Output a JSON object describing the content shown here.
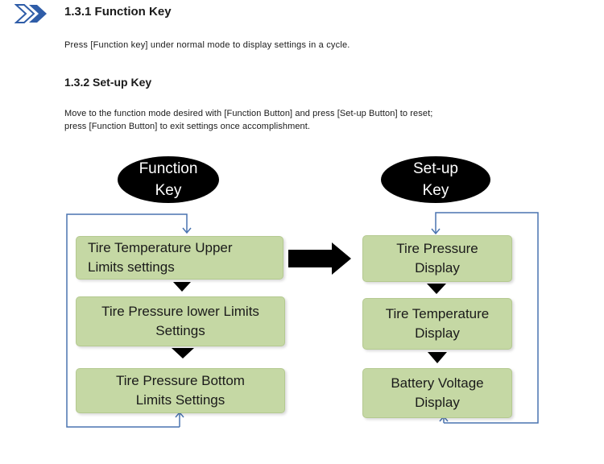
{
  "section1": {
    "heading": "1.3.1 Function Key",
    "text": "Press [Function key] under normal mode to display settings in a cycle."
  },
  "section2": {
    "heading": "1.3.2 Set-up Key",
    "text_line1": "Move to the function mode desired with [Function Button] and press [Set-up Button] to reset;",
    "text_line2": "press [Function Button] to exit settings once accomplishment."
  },
  "diagram": {
    "function_key": {
      "line1": "Function",
      "line2": "Key"
    },
    "setup_key": {
      "line1": "Set-up",
      "line2": "Key"
    },
    "left_boxes": [
      {
        "line1": "Tire Temperature Upper",
        "line2": "Limits settings"
      },
      {
        "line1": "Tire Pressure lower Limits",
        "line2": "Settings"
      },
      {
        "line1": "Tire Pressure Bottom",
        "line2": "Limits Settings"
      }
    ],
    "right_boxes": [
      {
        "line1": "Tire Pressure",
        "line2": "Display"
      },
      {
        "line1": "Tire Temperature",
        "line2": "Display"
      },
      {
        "line1": "Battery Voltage",
        "line2": "Display"
      }
    ],
    "colors": {
      "box_fill": "#c5d8a4",
      "loop_line": "#4a74b0",
      "chevron": "#2f5da8"
    }
  }
}
